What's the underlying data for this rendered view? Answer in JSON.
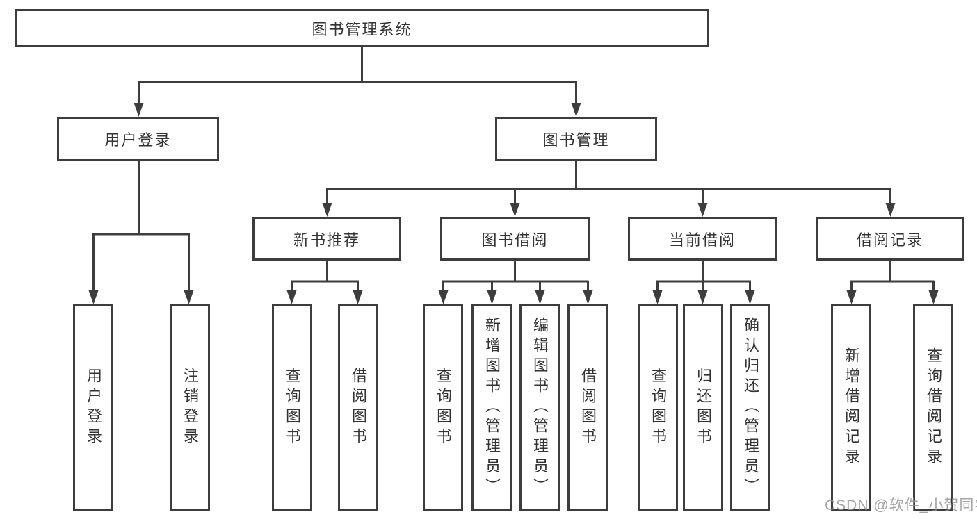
{
  "diagram": {
    "root": {
      "label": "图书管理系统"
    },
    "level1": [
      {
        "label": "用户登录"
      },
      {
        "label": "图书管理"
      }
    ],
    "level2": [
      {
        "label": "新书推荐"
      },
      {
        "label": "图书借阅"
      },
      {
        "label": "当前借阅"
      },
      {
        "label": "借阅记录"
      }
    ],
    "leaves": {
      "user_login": [
        {
          "label": "用户登录"
        },
        {
          "label": "注销登录"
        }
      ],
      "new_books": [
        {
          "label": "查询图书"
        },
        {
          "label": "借阅图书"
        }
      ],
      "book_borrowing": [
        {
          "label": "查询图书"
        },
        {
          "label": "新增图书（管理员）"
        },
        {
          "label": "编辑图书（管理员）"
        },
        {
          "label": "借阅图书"
        }
      ],
      "current_borrowing": [
        {
          "label": "查询图书"
        },
        {
          "label": "归还图书"
        },
        {
          "label": "确认归还（管理员）"
        }
      ],
      "borrowing_records": [
        {
          "label": "新增借阅记录"
        },
        {
          "label": "查询借阅记录"
        }
      ]
    }
  },
  "watermark": {
    "text": "CSDN @软件_小贺同学"
  },
  "colors": {
    "line": "#3d3d3d",
    "text": "#333333",
    "background": "#ffffff",
    "watermark": "#949494"
  }
}
